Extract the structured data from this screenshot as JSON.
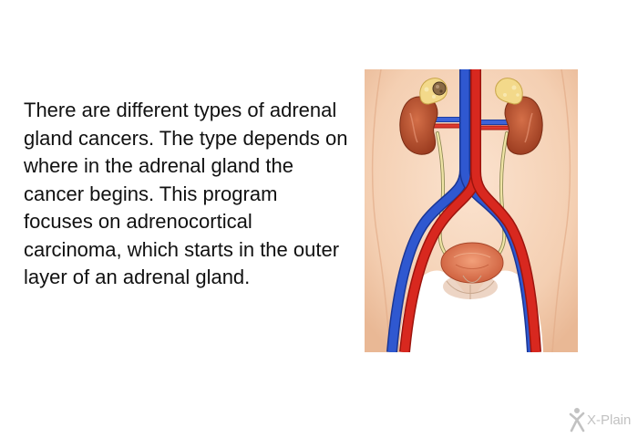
{
  "content": {
    "body_text": "There are different types of adrenal gland cancers. The type depends on where in the adrenal gland the cancer begins. This program focuses on adrenocortical carcinoma, which starts in the outer layer of an adrenal gland."
  },
  "illustration": {
    "subject": "adrenal-glands-kidneys-urinary-system"
  },
  "branding": {
    "logo_text": "X-Plain"
  },
  "colors": {
    "background": "#ffffff",
    "text": "#111111",
    "skin": "#f6d3b8",
    "artery": "#d42a22",
    "vein": "#2c52c8",
    "kidney": "#b34e2c",
    "adrenal_gland": "#f3d98a",
    "ureter": "#e7dc95",
    "bladder": "#e07c55",
    "logo": "#c2c2c2"
  }
}
